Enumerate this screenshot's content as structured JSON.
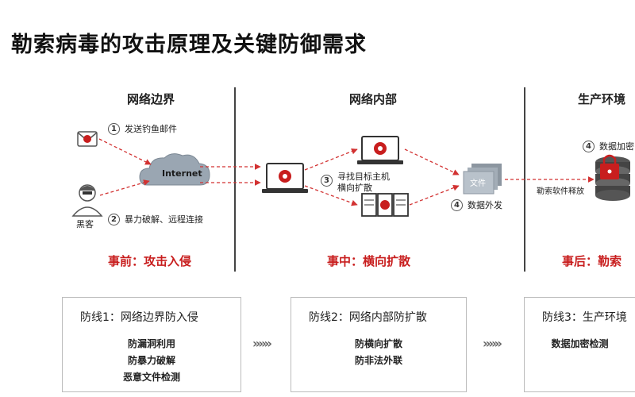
{
  "title": "勒索病毒的攻击原理及关键防御需求",
  "sections": [
    {
      "title": "网络边界",
      "phase": "事前：攻击入侵"
    },
    {
      "title": "网络内部",
      "phase": "事中：横向扩散"
    },
    {
      "title": "生产环境",
      "phase": "事后：勒索"
    }
  ],
  "steps": [
    {
      "num": "1",
      "text": "发送钓鱼邮件"
    },
    {
      "num": "2",
      "text": "暴力破解、远程连接"
    },
    {
      "num": "3",
      "text": "寻找目标主机"
    },
    {
      "num": "4",
      "text": "数据外发"
    },
    {
      "num": "4",
      "text": "数据加密"
    }
  ],
  "step3_line2": "横向扩散",
  "labels": {
    "internet": "Internet",
    "hacker": "黑客",
    "file": "文件",
    "ransomware_release": "勒索软件释放"
  },
  "defenses": [
    {
      "title": "防线1：网络边界防入侵",
      "items": [
        "防漏洞利用",
        "防暴力破解",
        "恶意文件检测"
      ]
    },
    {
      "title": "防线2：网络内部防扩散",
      "items": [
        "防横向扩散",
        "防非法外联"
      ]
    },
    {
      "title": "防线3：生产环境",
      "items": [
        "数据加密检测"
      ]
    }
  ],
  "chevrons": "»»»",
  "colors": {
    "accent": "#c81e1e",
    "dash": "#d23232",
    "divider": "#444444"
  }
}
